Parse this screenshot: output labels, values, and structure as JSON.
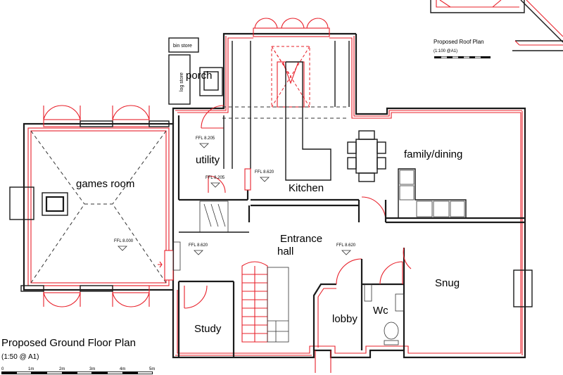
{
  "drawing": {
    "title": "Proposed Ground Floor Plan",
    "scale_note": "(1:50 @ A1)",
    "scale_bar_labels": [
      "0",
      "1m",
      "2m",
      "3m",
      "4m",
      "5m"
    ]
  },
  "roof_plan": {
    "title": "Proposed Roof Plan",
    "scale_note": "(1:100 @A1)"
  },
  "rooms": {
    "games_room": "games room",
    "porch": "porch",
    "bin_store": "bin store",
    "log_store": "log store",
    "utility": "utility",
    "kitchen": "Kitchen",
    "family_dining": "family/dining",
    "entrance_line1": "Entrance",
    "entrance_line2": "hall",
    "snug": "Snug",
    "study": "Study",
    "lobby": "lobby",
    "wc": "Wc"
  },
  "levels": {
    "utility_upper": "FFL 8.205",
    "utility_lower": "FFL 8.205",
    "kitchen": "FFL 8.620",
    "games_room": "FFL 8.000",
    "hall_left": "FFL 8.620",
    "hall_right": "FFL 8.620"
  },
  "colors": {
    "wall": "#1a1a1a",
    "proposed_line": "#e8202a",
    "background": "#ffffff"
  }
}
